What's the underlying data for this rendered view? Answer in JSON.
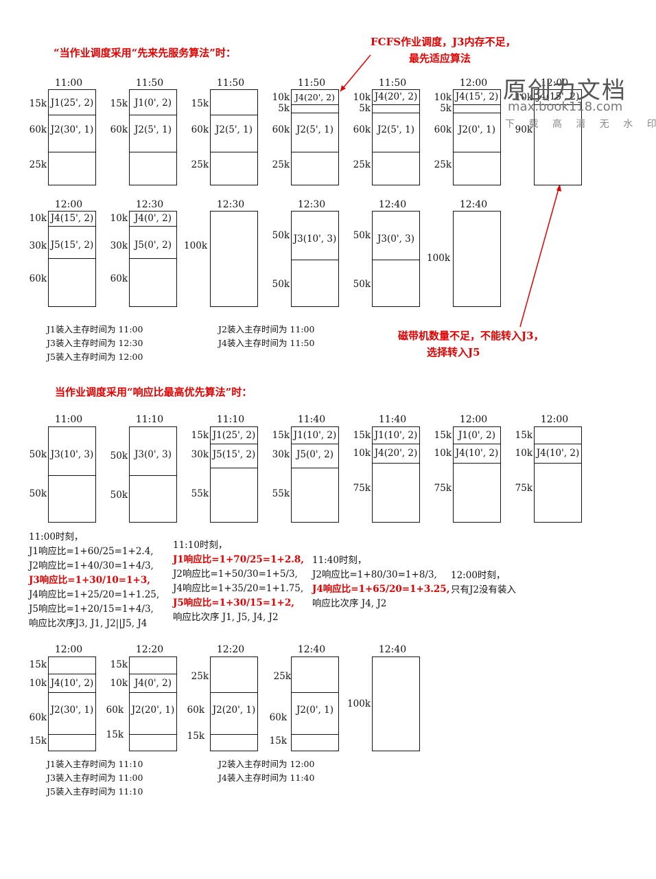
{
  "section1": {
    "heading": "“当作业调度采用“先来先服务算法”时：",
    "annotation_fcfs": [
      "FCFS作业调度，J3内存不足，",
      "最先适应算法"
    ],
    "annotation_tape": [
      "磁带机数量不足，不能转入J3，",
      "选择转入J5"
    ],
    "load_times_left": [
      "J1装入主存时间为 11:00",
      "J3装入主存时间为 12:30",
      "J5装入主存时间为 12:00"
    ],
    "load_times_right": [
      "J2装入主存时间为 11:00",
      "J4装入主存时间为 11:50"
    ]
  },
  "section2": {
    "heading": "当作业调度采用“响应比最高优先算法”时：",
    "calc_1100": [
      "11:00时刻，",
      "J1响应比=1+60/25=1+2.4,",
      "J2响应比=1+40/30=1+4/3,",
      "J3响应比=1+30/10=1+3,",
      "J4响应比=1+25/20=1+1.25,",
      "J5响应比=1+20/15=1+4/3,",
      "响应比次序J3, J1, J2||J5, J4"
    ],
    "calc_1110": [
      "11:10时刻，",
      "J1响应比=1+70/25=1+2.8,",
      "J2响应比=1+50/30=1+5/3,",
      "J4响应比=1+35/20=1+1.75,",
      "J5响应比=1+30/15=1+2,",
      "响应比次序 J1, J5, J4, J2"
    ],
    "calc_1140": [
      "11:40时刻，",
      "J2响应比=1+80/30=1+8/3,",
      "J4响应比=1+65/20=1+3.25,",
      "响应比次序 J4, J2"
    ],
    "calc_1200": [
      "12:00时刻，",
      "只有J2没有装入"
    ],
    "load_times_left": [
      "J1装入主存时间为 11:10",
      "J3装入主存时间为 11:00",
      "J5装入主存时间为 11:10"
    ],
    "load_times_right": [
      "J2装入主存时间为 12:00",
      "J4装入主存时间为 11:40"
    ]
  },
  "watermark": {
    "brand": "原创力文档",
    "url": "max.book118.com",
    "tagline": "下 载 高 清 无 水 印"
  },
  "diagrams": [
    {
      "time": "11:00",
      "cells": [
        {
          "label": "J1(25', 2)",
          "size": "15k"
        },
        {
          "label": "J2(30', 1)",
          "size": "60k"
        },
        {
          "label": "",
          "size": "25k"
        }
      ]
    },
    {
      "time": "11:50",
      "cells": [
        {
          "label": "J1(0', 2)",
          "size": "15k"
        },
        {
          "label": "J2(5', 1)",
          "size": "60k"
        },
        {
          "label": "",
          "size": ""
        }
      ]
    },
    {
      "time": "11:50",
      "cells": [
        {
          "label": "",
          "size": "15k"
        },
        {
          "label": "J2(5', 1)",
          "size": "60k"
        },
        {
          "label": "",
          "size": "25k"
        }
      ]
    },
    {
      "time": "11:50",
      "cells": [
        {
          "label": "J4(20', 2)",
          "size": "10k"
        },
        {
          "label": "",
          "size": "5k"
        },
        {
          "label": "J2(5', 1)",
          "size": "60k"
        },
        {
          "label": "",
          "size": "25k"
        }
      ]
    },
    {
      "time": "11:50",
      "cells": [
        {
          "label": "J4(20', 2)",
          "size": "10k"
        },
        {
          "label": "",
          "size": "5k"
        },
        {
          "label": "J2(5', 1)",
          "size": "60k"
        },
        {
          "label": "",
          "size": "25k"
        }
      ]
    },
    {
      "time": "12:00",
      "cells": [
        {
          "label": "J4(15', 2)",
          "size": "10k"
        },
        {
          "label": "",
          "size": "5k"
        },
        {
          "label": "J2(0', 1)",
          "size": "60k"
        },
        {
          "label": "",
          "size": "25k"
        }
      ]
    },
    {
      "time": "12:00",
      "cells": [
        {
          "label": "J4(15', 2)",
          "size": "10k"
        },
        {
          "label": "",
          "size": "90k"
        }
      ]
    },
    {
      "time": "12:00",
      "cells": [
        {
          "label": "J4(15', 2)",
          "size": "10k"
        },
        {
          "label": "J5(15', 2)",
          "size": "30k"
        },
        {
          "label": "",
          "size": "60k"
        }
      ]
    },
    {
      "time": "12:30",
      "cells": [
        {
          "label": "J4(0', 2)",
          "size": "10k"
        },
        {
          "label": "J5(0', 2)",
          "size": "30k"
        },
        {
          "label": "",
          "size": "60k"
        }
      ]
    },
    {
      "time": "12:30",
      "cells": [
        {
          "label": "",
          "size": "100k"
        }
      ]
    },
    {
      "time": "12:30",
      "cells": [
        {
          "label": "J3(10', 3)",
          "size": "50k"
        },
        {
          "label": "",
          "size": "50k"
        }
      ]
    },
    {
      "time": "12:40",
      "cells": [
        {
          "label": "J3(0', 3)",
          "size": "50k"
        },
        {
          "label": "",
          "size": "50k"
        }
      ]
    },
    {
      "time": "12:40",
      "cells": [
        {
          "label": "",
          "size": "100k"
        }
      ]
    },
    {
      "time": "11:00",
      "cells": [
        {
          "label": "J3(10', 3)",
          "size": "50k"
        },
        {
          "label": "",
          "size": "50k"
        }
      ]
    },
    {
      "time": "11:10",
      "cells": [
        {
          "label": "J3(0', 3)",
          "size": "50k"
        },
        {
          "label": "",
          "size": "50k"
        }
      ]
    },
    {
      "time": "11:10",
      "cells": [
        {
          "label": "J1(25', 2)",
          "size": "15k"
        },
        {
          "label": "J5(15', 2)",
          "size": "30k"
        },
        {
          "label": "",
          "size": "55k"
        }
      ]
    },
    {
      "time": "11:40",
      "cells": [
        {
          "label": "J1(10', 2)",
          "size": "15k"
        },
        {
          "label": "J5(0', 2)",
          "size": "30k"
        },
        {
          "label": "",
          "size": "55k"
        }
      ]
    },
    {
      "time": "11:40",
      "cells": [
        {
          "label": "J1(10', 2)",
          "size": "15k"
        },
        {
          "label": "J4(20', 2)",
          "size": "10k"
        },
        {
          "label": "",
          "size": "75k"
        }
      ]
    },
    {
      "time": "12:00",
      "cells": [
        {
          "label": "J1(0', 2)",
          "size": "15k"
        },
        {
          "label": "J4(10', 2)",
          "size": "10k"
        },
        {
          "label": "",
          "size": "75k"
        }
      ]
    },
    {
      "time": "12:00",
      "cells": [
        {
          "label": "",
          "size": "15k"
        },
        {
          "label": "J4(10', 2)",
          "size": "10k"
        },
        {
          "label": "",
          "size": "75k"
        }
      ]
    },
    {
      "time": "12:00",
      "cells": [
        {
          "label": "",
          "size": "15k"
        },
        {
          "label": "J4(10', 2)",
          "size": "10k"
        },
        {
          "label": "J2(30', 1)",
          "size": ""
        },
        {
          "label": "",
          "size": "60k"
        },
        {
          "label": "",
          "size": "15k"
        }
      ]
    },
    {
      "time": "12:20",
      "cells": [
        {
          "label": "",
          "size": "15k"
        },
        {
          "label": "J4(0', 2)",
          "size": "10k"
        },
        {
          "label": "J2(20', 1)",
          "size": "60k"
        },
        {
          "label": "",
          "size": "15k"
        }
      ]
    },
    {
      "time": "12:20",
      "cells": [
        {
          "label": "",
          "size": "25k"
        },
        {
          "label": "J2(20', 1)",
          "size": "60k"
        },
        {
          "label": "",
          "size": "15k"
        }
      ]
    },
    {
      "time": "12:40",
      "cells": [
        {
          "label": "",
          "size": "25k"
        },
        {
          "label": "J2(0', 1)",
          "size": "60k"
        },
        {
          "label": "",
          "size": "15k"
        }
      ]
    },
    {
      "time": "12:40",
      "cells": [
        {
          "label": "",
          "size": "100k"
        }
      ]
    }
  ]
}
